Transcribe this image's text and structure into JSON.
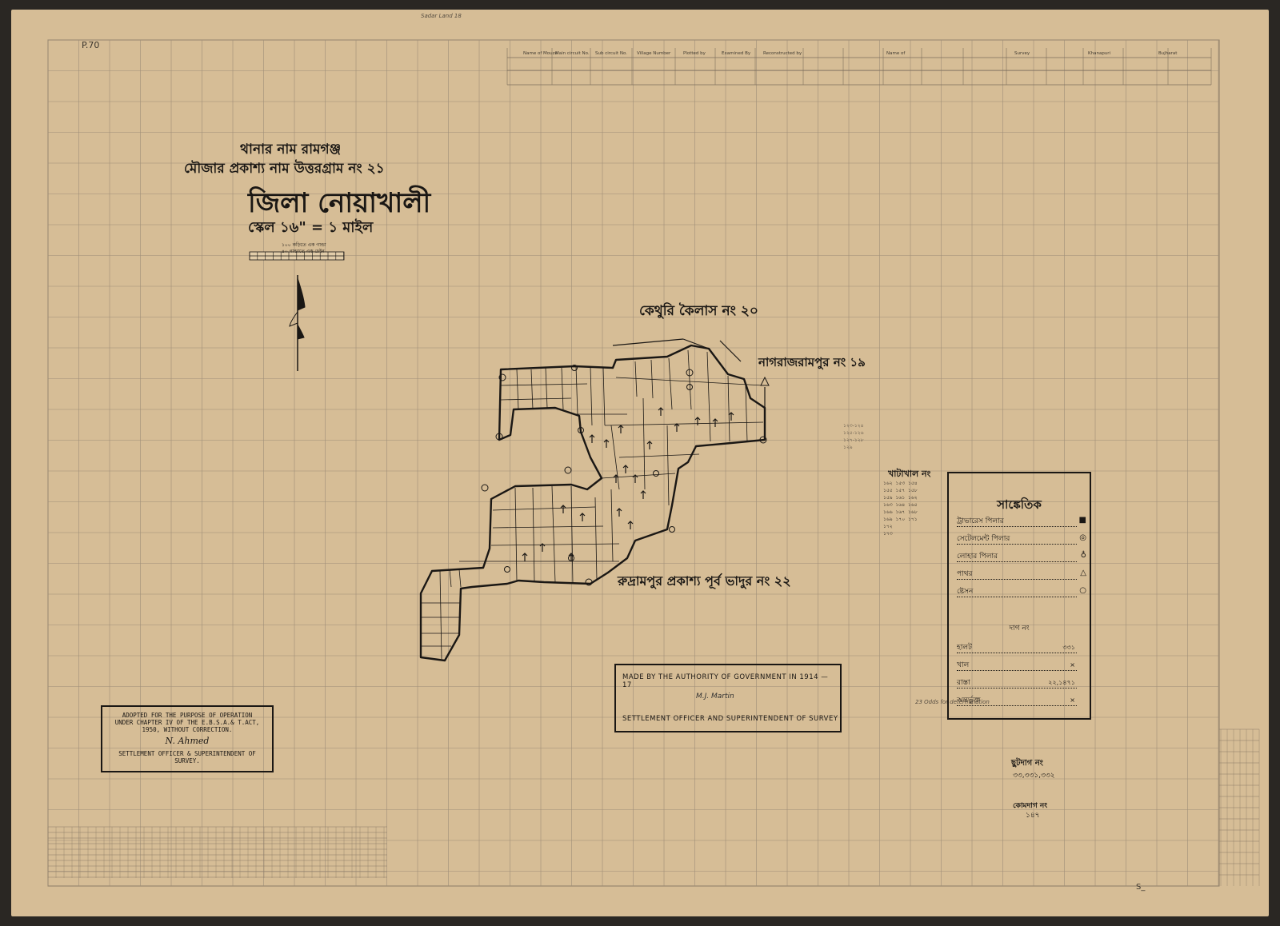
{
  "sheet": {
    "page": "P.70",
    "corner": "S_"
  },
  "titles": {
    "thana": "থানার নাম রামগঞ্জ",
    "mouza": "মৌজার প্রকাশ্য নাম উত্তরগ্রাম নং ২১",
    "district": "জিলা নোয়াখালী",
    "scale": "স্কেল ১৬\" = ১ মাইল"
  },
  "scale_notes": [
    "১০০ কড়িতে এক গান্ডা",
    "৪০ গান্ডাতে এক চেইন"
  ],
  "boundaries": {
    "north": "কেথুরি কৈলাস নং ২০",
    "east": "নাগরাজরামপুর নং ১৯",
    "south": "রুদ্রামপুর প্রকাশ্য পূর্ব ভাদুর নং ২২"
  },
  "khatian": {
    "heading": "খাটাখাল নং",
    "numbers": "১৬২  ১৫৩  ১৫৪\n১৫৫  ১৫৭  ১৫৮\n১৫৯  ১৬১  ১৬২\n১৬৩  ১৬৪  ১৬৫\n১৬৬  ১৬৭  ১৬৮\n১৬৯  ১৭০  ১৭১\n১৭২\n১৭৩",
    "side": "১২৩-১২৪\n১২৫-১২৬\n১২৭-১২৮\n১২৯"
  },
  "legend": {
    "title": "সাঙ্কেতিক",
    "items": [
      {
        "label": "ট্রাভারেস পিলার",
        "symbol": "■"
      },
      {
        "label": "সেটেলমেন্ট পিলার",
        "symbol": "◎"
      },
      {
        "label": "লোহার পিলার",
        "symbol": "♁"
      },
      {
        "label": "পাথর",
        "symbol": "△"
      },
      {
        "label": "ষ্টেসন",
        "symbol": "○"
      }
    ],
    "dag_heading": "দাগ নং",
    "dags": [
      {
        "label": "হালট",
        "value": "৩৩১"
      },
      {
        "label": "খাল",
        "value": "×"
      },
      {
        "label": "রাস্তা",
        "value": "২২,১৪৭১"
      },
      {
        "label": "অন্তর্ভুক্ত",
        "value": "×"
      }
    ]
  },
  "authority": {
    "line1": "MADE BY THE AUTHORITY OF GOVERNMENT IN 1914 — 17",
    "signature": "M.J. Martin",
    "line2": "SETTLEMENT OFFICER AND SUPERINTENDENT OF SURVEY"
  },
  "adopted": {
    "text": "ADOPTED FOR THE PURPOSE OF OPERATION\nUNDER CHAPTER IV OF THE E.B.S.A.& T.ACT,\n1950, WITHOUT CORRECTION.",
    "signature": "N. Ahmed",
    "officer": "SETTLEMENT OFFICER & SUPERINTENDENT OF\nSURVEY."
  },
  "chut_dag": {
    "heading": "ছুটদাগ নং",
    "numbers": "৩৩,৩৩১,৩৩২"
  },
  "kom_dag": {
    "heading": "কোমদাগ নং",
    "numbers": "১৪৭"
  },
  "header_cols": [
    "Name of Mouza",
    "Main circuit No.",
    "Sub circuit No.",
    "Village Number",
    "Plotted by",
    "Examined By",
    "Reconstructed by",
    "Name of",
    "Survey",
    "Khanapuri",
    "Bujharat"
  ],
  "handwritten": {
    "top": "Sadar Land 18",
    "legend": "23 Odds for determination"
  }
}
